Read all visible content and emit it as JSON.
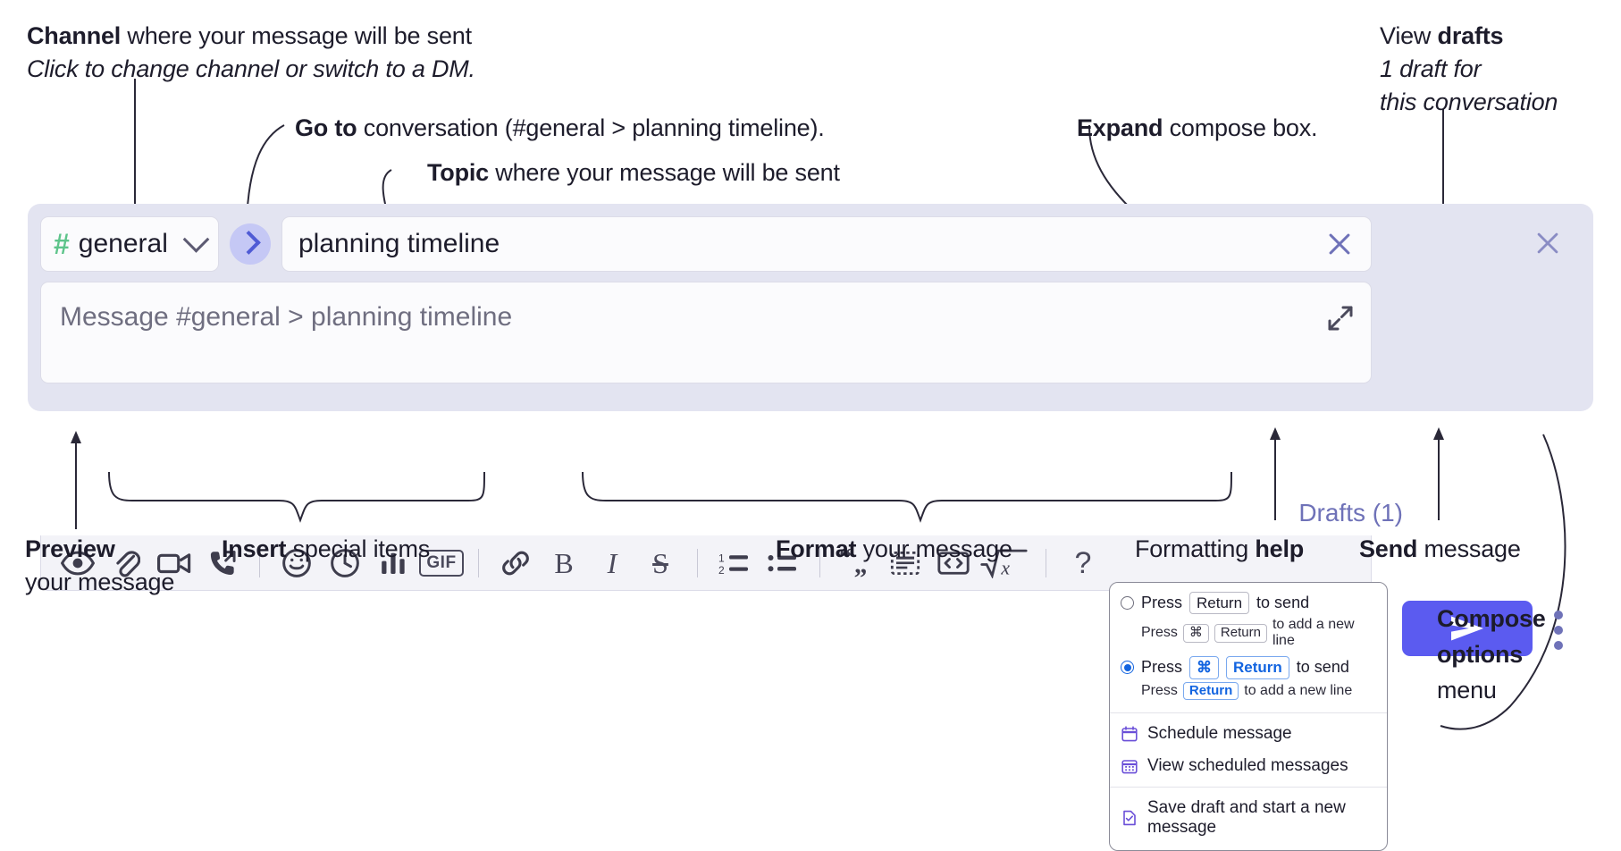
{
  "annotations": {
    "channel": {
      "bold": "Channel",
      "rest": " where your message will be sent",
      "italic": "Click to change channel or switch to a DM."
    },
    "goto": {
      "bold": "Go to",
      "rest": " conversation (#general > planning timeline)."
    },
    "topic": {
      "bold": "Topic",
      "rest": " where your message will be sent"
    },
    "expand": {
      "bold": "Expand",
      "rest": " compose box."
    },
    "drafts": {
      "plain": "View ",
      "bold": "drafts",
      "italic1": "1 draft for",
      "italic2": "this conversation"
    },
    "preview": {
      "bold": "Preview",
      "rest": "your message"
    },
    "insert": {
      "bold": "Insert",
      "rest": " special items"
    },
    "format": {
      "bold": "Format",
      "rest": " your message"
    },
    "help": {
      "plain": "Formatting ",
      "bold": "help"
    },
    "send": {
      "bold": "Send",
      "rest": " message"
    },
    "compose_options": {
      "bold1": "Compose",
      "bold2": "options",
      "rest": "menu"
    }
  },
  "compose": {
    "channel_name": "general",
    "channel_hash": "#",
    "topic_value": "planning timeline",
    "message_placeholder": "Message #general > planning timeline",
    "drafts_label": "Drafts (1)",
    "toolbar_left": [
      {
        "name": "preview-icon",
        "icon": "eye"
      },
      {
        "name": "attachment-icon",
        "icon": "paperclip"
      },
      {
        "name": "video-icon",
        "icon": "video"
      },
      {
        "name": "huddle-icon",
        "icon": "phone-arrow"
      },
      {
        "name": "separator",
        "icon": "sep"
      },
      {
        "name": "emoji-icon",
        "icon": "smiley"
      },
      {
        "name": "reminder-icon",
        "icon": "clock"
      },
      {
        "name": "poll-icon",
        "icon": "bars"
      },
      {
        "name": "gif-icon",
        "icon": "gif",
        "label": "GIF"
      },
      {
        "name": "separator",
        "icon": "sep"
      },
      {
        "name": "link-icon",
        "icon": "link"
      },
      {
        "name": "bold-icon",
        "icon": "text",
        "label": "B"
      },
      {
        "name": "italic-icon",
        "icon": "text-italic",
        "label": "I"
      },
      {
        "name": "strikethrough-icon",
        "icon": "strike",
        "label": "S"
      },
      {
        "name": "separator",
        "icon": "sep"
      },
      {
        "name": "ordered-list-icon",
        "icon": "olist"
      },
      {
        "name": "bulleted-list-icon",
        "icon": "ulist"
      },
      {
        "name": "separator",
        "icon": "sep"
      },
      {
        "name": "blockquote-icon",
        "icon": "quote"
      },
      {
        "name": "code-icon",
        "icon": "codeblock"
      },
      {
        "name": "code-block-icon",
        "icon": "anglebrackets"
      },
      {
        "name": "math-icon",
        "icon": "sqrtx"
      },
      {
        "name": "separator",
        "icon": "sep"
      },
      {
        "name": "formatting-help-icon",
        "icon": "text",
        "label": "?"
      }
    ]
  },
  "options_menu": {
    "radio1": {
      "selected": false,
      "pre": "Press",
      "key": "Return",
      "post": "to send",
      "sub_pre": "Press",
      "sub_key1": "⌘",
      "sub_key2": "Return",
      "sub_post": "to add a new line"
    },
    "radio2": {
      "selected": true,
      "pre": "Press",
      "key1": "⌘",
      "key2": "Return",
      "post": "to send",
      "sub_pre": "Press",
      "sub_key": "Return",
      "sub_post": "to add a new line"
    },
    "items": [
      {
        "label": "Schedule message",
        "icon": "calendar-icon"
      },
      {
        "label": "View scheduled messages",
        "icon": "calendar-grid-icon"
      },
      {
        "label": "Save draft and start a new message",
        "icon": "document-check-icon"
      }
    ]
  },
  "colors": {
    "panel_bg": "#e3e4f1",
    "accent": "#5b5bf0",
    "hash_green": "#5ec48b",
    "drafts_text": "#6f72b8",
    "link_blue": "#1264e0"
  }
}
